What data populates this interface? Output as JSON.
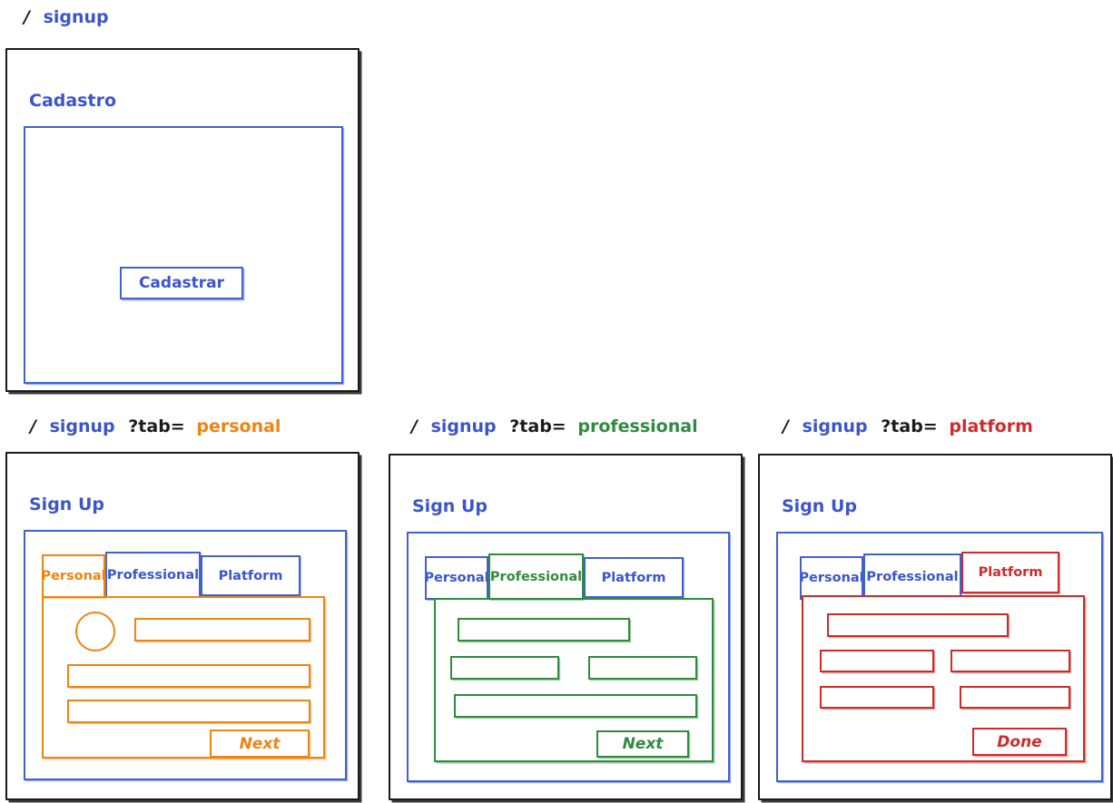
{
  "colors": {
    "ink": "#1a1a1a",
    "blue": "#3b55cc",
    "orange": "#ee8412",
    "green": "#2f8b3d",
    "red": "#cf2b2b",
    "paper": "#ffffff"
  },
  "screens": [
    {
      "id": "signup-default",
      "route": {
        "slash": "/",
        "path": "signup",
        "query": "",
        "value": ""
      },
      "card_title": "Cadastro",
      "primary_button": "Cadastrar"
    },
    {
      "id": "signup-personal",
      "route": {
        "slash": "/",
        "path": "signup",
        "query": "?tab=",
        "value": "personal"
      },
      "card_title": "Sign Up",
      "tabs": [
        {
          "label": "Personal",
          "active": true
        },
        {
          "label": "Professional",
          "active": false
        },
        {
          "label": "Platform",
          "active": false
        }
      ],
      "fields": [
        {
          "name": "avatar-picker",
          "type": "circle"
        },
        {
          "name": "name-field",
          "type": "input"
        },
        {
          "name": "email-field",
          "type": "input"
        },
        {
          "name": "password-field",
          "type": "input"
        }
      ],
      "primary_button": "Next"
    },
    {
      "id": "signup-professional",
      "route": {
        "slash": "/",
        "path": "signup",
        "query": "?tab=",
        "value": "professional"
      },
      "card_title": "Sign Up",
      "tabs": [
        {
          "label": "Personal",
          "active": false
        },
        {
          "label": "Professional",
          "active": true
        },
        {
          "label": "Platform",
          "active": false
        }
      ],
      "fields": [
        {
          "name": "company-field",
          "type": "input"
        },
        {
          "name": "role-field",
          "type": "input"
        },
        {
          "name": "industry-field",
          "type": "input"
        },
        {
          "name": "website-field",
          "type": "input"
        }
      ],
      "primary_button": "Next"
    },
    {
      "id": "signup-platform",
      "route": {
        "slash": "/",
        "path": "signup",
        "query": "?tab=",
        "value": "platform"
      },
      "card_title": "Sign Up",
      "tabs": [
        {
          "label": "Personal",
          "active": false
        },
        {
          "label": "Professional",
          "active": false
        },
        {
          "label": "Platform",
          "active": true
        }
      ],
      "fields": [
        {
          "name": "platform-name-field",
          "type": "input"
        },
        {
          "name": "plan-field",
          "type": "input"
        },
        {
          "name": "region-field",
          "type": "input"
        },
        {
          "name": "seats-field",
          "type": "input"
        },
        {
          "name": "billing-field",
          "type": "input"
        }
      ],
      "primary_button": "Done"
    }
  ]
}
